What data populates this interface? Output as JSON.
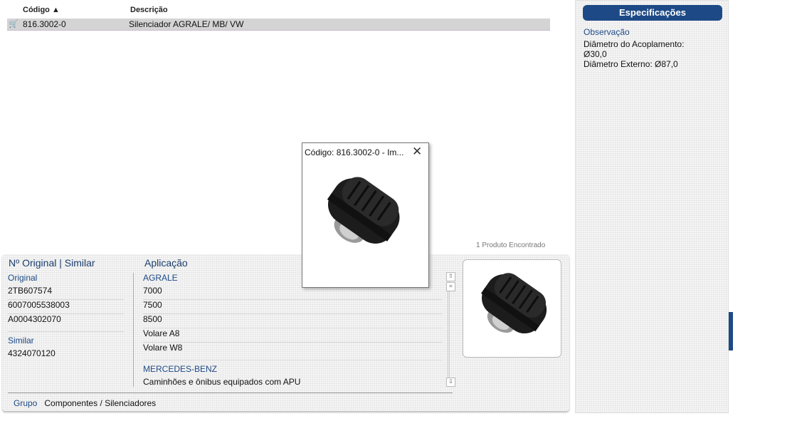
{
  "table": {
    "headers": {
      "code": "Código",
      "desc": "Descrição"
    },
    "sort_indicator": "▲",
    "rows": [
      {
        "code": "816.3002-0",
        "desc": "Silenciador AGRALE/ MB/ VW"
      }
    ]
  },
  "found": "1 Produto Encontrado",
  "original": {
    "title": "Nº Original | Similar",
    "original_label": "Original",
    "originals": [
      "2TB607574",
      "6007005538003",
      "A0004302070"
    ],
    "similar_label": "Similar",
    "similars": [
      "4324070120"
    ]
  },
  "application": {
    "title": "Aplicação",
    "groups": [
      {
        "brand": "AGRALE",
        "items": [
          "7000",
          "7500",
          "8500",
          "Volare A8",
          "Volare W8"
        ]
      },
      {
        "brand": "MERCEDES-BENZ",
        "items": [
          "Caminhões e ônibus equipados com APU"
        ]
      }
    ]
  },
  "group": {
    "label": "Grupo",
    "path": "Componentes",
    "sep": "/",
    "sub": "Silenciadores"
  },
  "specs": {
    "title": "Especificações",
    "obs_label": "Observação",
    "lines": [
      "Diâmetro do Acoplamento:",
      "Ø30,0",
      "Diâmetro Externo: Ø87,0"
    ]
  },
  "popup": {
    "title": "Código: 816.3002-0 - Im..."
  },
  "colors": {
    "accent": "#1d4a86"
  }
}
